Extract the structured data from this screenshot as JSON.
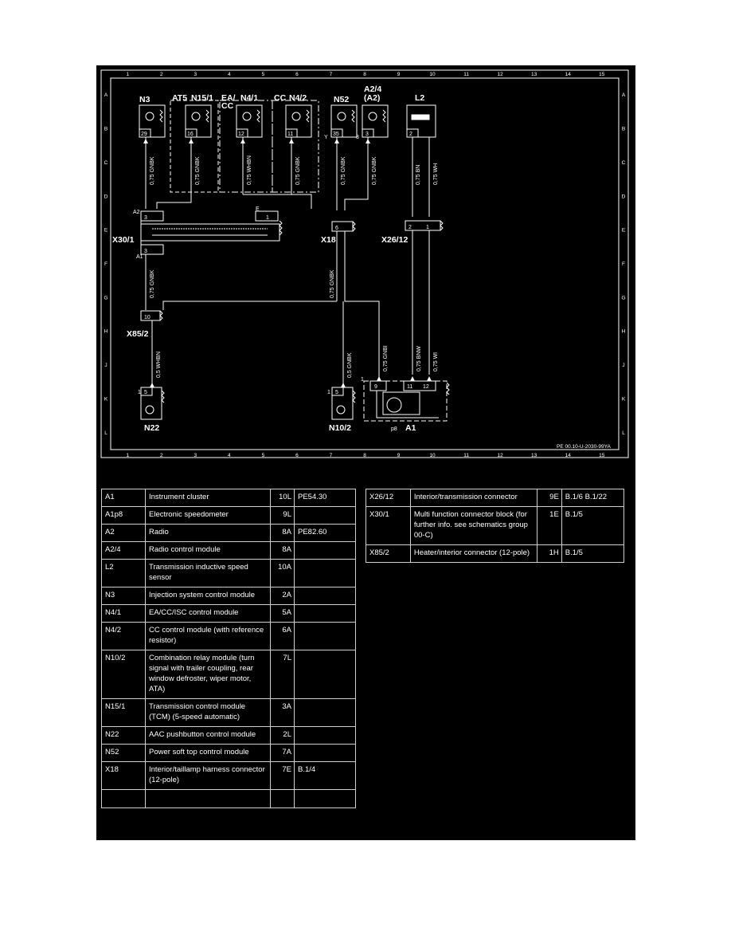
{
  "diagram": {
    "col_numbers": [
      "1",
      "2",
      "3",
      "4",
      "5",
      "6",
      "7",
      "8",
      "9",
      "10",
      "11",
      "12",
      "13",
      "14",
      "15"
    ],
    "row_letters": [
      "A",
      "B",
      "C",
      "D",
      "E",
      "F",
      "G",
      "H",
      "J",
      "K",
      "L"
    ],
    "components": {
      "n3": "N3",
      "at5": "AT5",
      "n15_1": "N15/1",
      "ea": "EA/",
      "cc1": "CC",
      "n4_1": "N4/1",
      "cc2": "CC",
      "n4_2": "N4/2",
      "n52": "N52",
      "a2_4": "A2/4",
      "a2": "(A2)",
      "l2": "L2",
      "x30_1": "X30/1",
      "x18": "X18",
      "x26_12": "X26/12",
      "x85_2": "X85/2",
      "n22": "N22",
      "n10_2": "N10/2",
      "a1": "A1",
      "p8": "p8"
    },
    "pins": {
      "n3": "29",
      "n15_1": "16",
      "n4_1": "12",
      "n4_2": "11",
      "n52": "35",
      "a2_4": "3",
      "l2": "2",
      "x30_a2": "3",
      "x30_e": "1",
      "x30_a1": "3",
      "x18": "6",
      "x26_a": "2",
      "x26_b": "1",
      "x85": "10",
      "n22": "5",
      "n10": "5",
      "a1_a": "9",
      "a1_b": "11",
      "a1_c": "12"
    },
    "marks": {
      "a2": "A2",
      "a1": "A1",
      "e": "E",
      "y": "Y",
      "three": "3",
      "one_left": "1",
      "one_mid": "1",
      "one_right": "1"
    },
    "wires": {
      "w1": "0,75 GNBK",
      "w2": "0,75 GNBK",
      "w3": "0,75 WHBN",
      "w4": "0,75 GNBK",
      "w5": "0,75 GNBK",
      "w6": "0,75 GNBK",
      "w7": "0,75 BN",
      "w8": "0,75 WH",
      "w9": "0,75 GNBK",
      "w10": "0,75 GNBK",
      "w11": "0,5 WHBN",
      "w12": "0,5 GNBK",
      "w13": "0,75 GNBI",
      "w14": "0,75 BNW",
      "w15": "0,75 WI"
    },
    "ref": "PE 00.10-U-2030-99YA"
  },
  "legend_left": [
    {
      "code": "A1",
      "desc": "Instrument cluster",
      "loc": "10L",
      "ref": "PE54.30"
    },
    {
      "code": "A1p8",
      "desc": "Electronic speedometer",
      "loc": "9L",
      "ref": ""
    },
    {
      "code": "A2",
      "desc": "Radio",
      "loc": "8A",
      "ref": "PE82.60"
    },
    {
      "code": "A2/4",
      "desc": "Radio control module",
      "loc": "8A",
      "ref": ""
    },
    {
      "code": "L2",
      "desc": "Transmission inductive speed sensor",
      "loc": "10A",
      "ref": ""
    },
    {
      "code": "N3",
      "desc": "Injection system control module",
      "loc": "2A",
      "ref": ""
    },
    {
      "code": "N4/1",
      "desc": "EA/CC/ISC control module",
      "loc": "5A",
      "ref": ""
    },
    {
      "code": "N4/2",
      "desc": "CC control module (with reference resistor)",
      "loc": "6A",
      "ref": ""
    },
    {
      "code": "N10/2",
      "desc": "Combination relay module (turn signal with trailer coupling, rear window defroster, wiper motor, ATA)",
      "loc": "7L",
      "ref": ""
    },
    {
      "code": "N15/1",
      "desc": "Transmission control module (TCM) (5-speed automatic)",
      "loc": "3A",
      "ref": ""
    },
    {
      "code": "N22",
      "desc": "AAC pushbutton control module",
      "loc": "2L",
      "ref": ""
    },
    {
      "code": "N52",
      "desc": "Power soft top control module",
      "loc": "7A",
      "ref": ""
    },
    {
      "code": "X18",
      "desc": "Interior/taillamp harness connector (12-pole)",
      "loc": "7E",
      "ref": "B.1/4"
    },
    {
      "code": "",
      "desc": "",
      "loc": "",
      "ref": ""
    }
  ],
  "legend_right": [
    {
      "code": "X26/12",
      "desc": "Interior/transmission connector",
      "loc": "9E",
      "ref": "B.1/6 B.1/22"
    },
    {
      "code": "X30/1",
      "desc": "Multi function connector block (for further info. see schematics group 00-C)",
      "loc": "1E",
      "ref": "B.1/5"
    },
    {
      "code": "X85/2",
      "desc": "Heater/interior connector (12-pole)",
      "loc": "1H",
      "ref": "B.1/5"
    }
  ]
}
